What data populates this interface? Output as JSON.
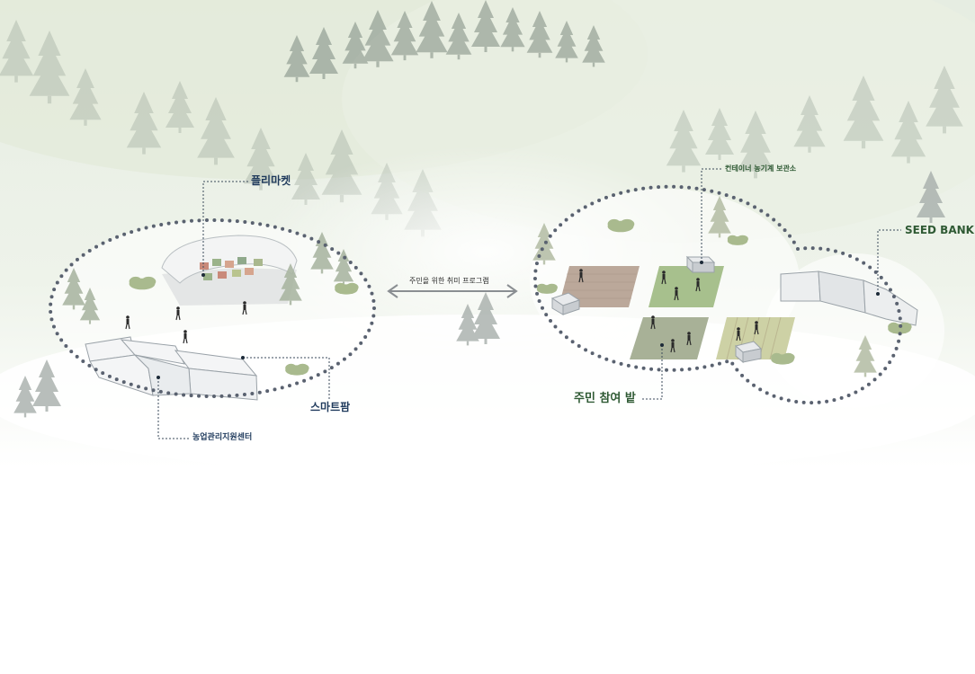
{
  "labels": {
    "flea_market": "플리마켓",
    "smart_farm": "스마트팜",
    "farm_support_center": "농업관리지원센터",
    "hobby_program": "주민을 위한 취미 프로그램",
    "container_storage": "컨테이너 농기계 보관소",
    "seed_bank": "SEED BANK",
    "resident_field": "주민 참여 밭"
  },
  "colors": {
    "dotted_outline": "#5a6270",
    "label_navy": "#1f3a5c",
    "label_green": "#2f5a34",
    "leader_line": "#3a4a5a",
    "fog": "#dfe8dc"
  },
  "icons": [
    "double-arrow-icon",
    "tree-icon",
    "person-icon",
    "shrub-icon"
  ]
}
